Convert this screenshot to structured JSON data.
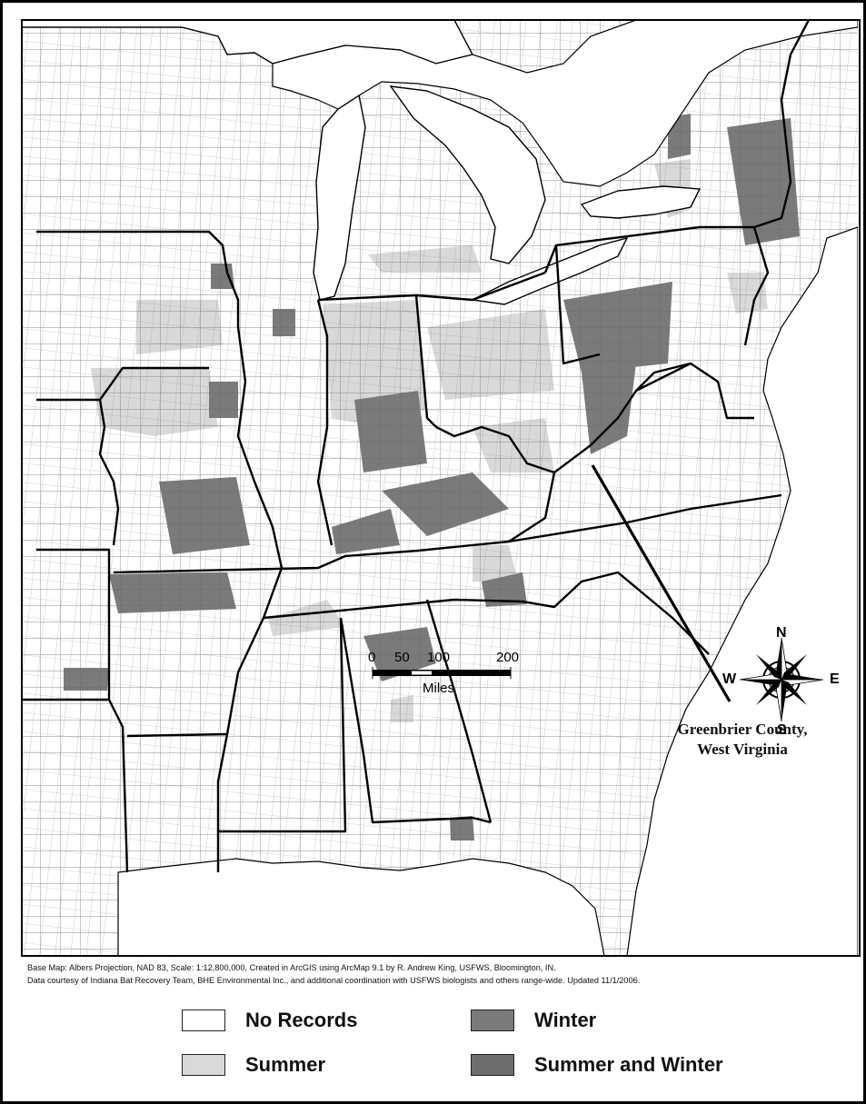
{
  "colors": {
    "no_records": "#ffffff",
    "summer": "#d9d9d9",
    "winter": "#7a7a7a",
    "summer_and_winter": "#6e6e6e",
    "county_line": "#555555",
    "state_line": "#000000",
    "lake": "#ffffff"
  },
  "callout": {
    "line1": "Greenbrier County,",
    "line2": "West Virginia"
  },
  "scale_bar": {
    "ticks": [
      "0",
      "50",
      "100",
      "200"
    ],
    "unit": "Miles"
  },
  "compass": {
    "north": "N",
    "south": "S",
    "east": "E",
    "west": "W"
  },
  "credits": {
    "line1": "Base Map: Albers Projection, NAD 83,  Scale: 1:12,800,000, Created in ArcGIS using ArcMap 9.1 by R. Andrew King, USFWS, Bloomington, IN.",
    "line2": "Data courtesy of Indiana Bat Recovery Team, BHE Environmental Inc., and additional coordination with USFWS biologists and others range-wide.  Updated 11/1/2006."
  },
  "legend": {
    "items": [
      {
        "label": "No Records",
        "color_key": "no_records"
      },
      {
        "label": "Summer",
        "color_key": "summer"
      },
      {
        "label": "Winter",
        "color_key": "winter"
      },
      {
        "label": "Summer and Winter",
        "color_key": "summer_and_winter"
      }
    ]
  },
  "icons": {
    "compass": "compass-rose-icon",
    "scale": "scale-bar-icon"
  }
}
